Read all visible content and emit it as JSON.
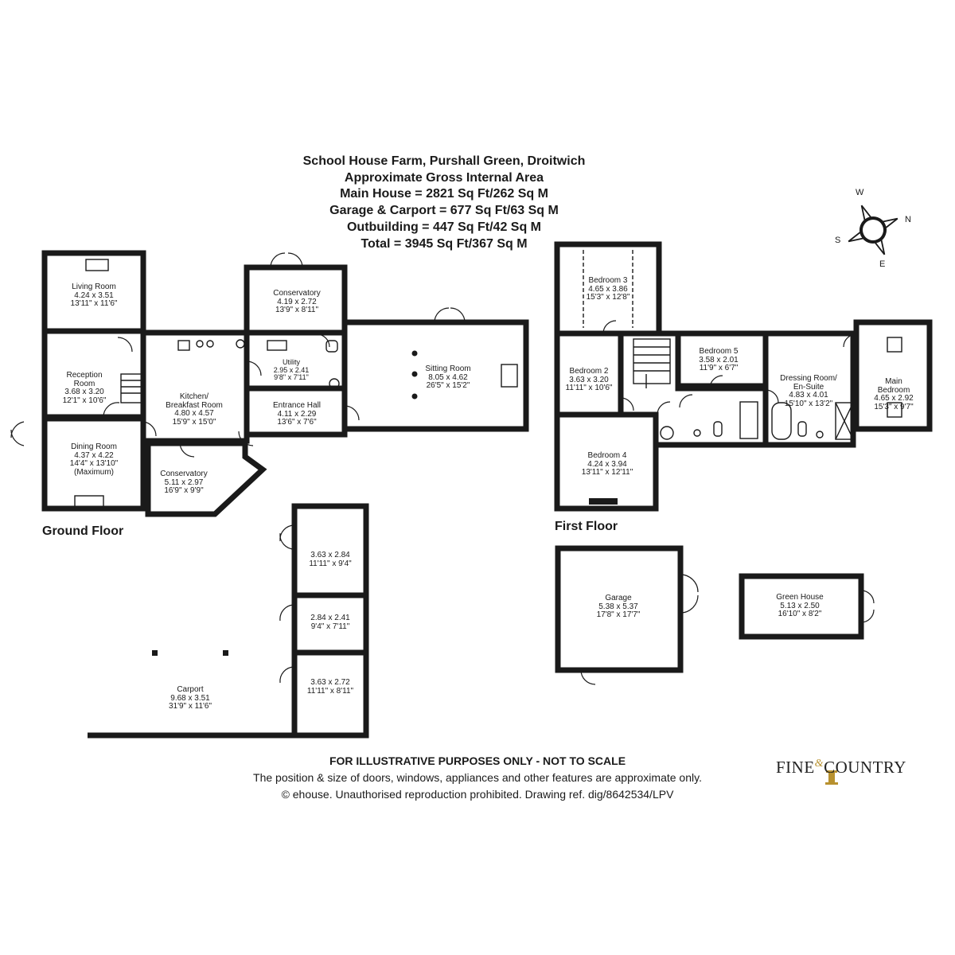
{
  "header": {
    "address": "School House Farm, Purshall Green, Droitwich",
    "area_title": "Approximate Gross Internal Area",
    "main_house": "Main House = 2821 Sq Ft/262 Sq M",
    "garage": "Garage & Carport = 677 Sq Ft/63 Sq M",
    "outbuilding": "Outbuilding = 447 Sq Ft/42 Sq M",
    "total": "Total = 3945 Sq Ft/367 Sq M"
  },
  "compass": {
    "w": "W",
    "n": "N",
    "s": "S",
    "e": "E"
  },
  "floors": {
    "ground": "Ground Floor",
    "first": "First Floor"
  },
  "rooms": {
    "living_room": {
      "name": "Living Room",
      "metric": "4.24 x 3.51",
      "imperial": "13'11\" x 11'6\""
    },
    "reception_room": {
      "name": "Reception\nRoom",
      "metric": "3.68 x 3.20",
      "imperial": "12'1\" x 10'6\""
    },
    "dining_room": {
      "name": "Dining Room",
      "metric": "4.37 x 4.22",
      "imperial": "14'4\" x 13'10\"",
      "note": "(Maximum)"
    },
    "kitchen": {
      "name": "Kitchen/\nBreakfast Room",
      "metric": "4.80 x 4.57",
      "imperial": "15'9\" x 15'0\""
    },
    "conservatory_top": {
      "name": "Conservatory",
      "metric": "4.19 x 2.72",
      "imperial": "13'9\" x 8'11\""
    },
    "utility": {
      "name": "Utility",
      "metric": "2.95 x 2.41",
      "imperial": "9'8\" x 7'11\""
    },
    "entrance_hall": {
      "name": "Entrance Hall",
      "metric": "4.11 x 2.29",
      "imperial": "13'6\" x 7'6\""
    },
    "sitting_room": {
      "name": "Sitting Room",
      "metric": "8.05 x 4.62",
      "imperial": "26'5\" x 15'2\""
    },
    "conservatory_bottom": {
      "name": "Conservatory",
      "metric": "5.11 x 2.97",
      "imperial": "16'9\" x 9'9\""
    },
    "outbuilding_1": {
      "metric": "3.63 x 2.84",
      "imperial": "11'11\" x 9'4\""
    },
    "outbuilding_2": {
      "metric": "2.84 x 2.41",
      "imperial": "9'4\" x 7'11\""
    },
    "outbuilding_3": {
      "metric": "3.63 x 2.72",
      "imperial": "11'11\" x 8'11\""
    },
    "carport": {
      "name": "Carport",
      "metric": "9.68 x 3.51",
      "imperial": "31'9\" x 11'6\""
    },
    "bedroom_3": {
      "name": "Bedroom 3",
      "metric": "4.65 x 3.86",
      "imperial": "15'3\" x 12'8\""
    },
    "bedroom_2": {
      "name": "Bedroom 2",
      "metric": "3.63 x 3.20",
      "imperial": "11'11\" x 10'6\""
    },
    "bedroom_5": {
      "name": "Bedroom 5",
      "metric": "3.58 x 2.01",
      "imperial": "11'9\" x 6'7\""
    },
    "dressing_room": {
      "name": "Dressing Room/\nEn-Suite",
      "metric": "4.83 x 4.01",
      "imperial": "15'10\" x 13'2\""
    },
    "main_bedroom": {
      "name": "Main\nBedroom",
      "metric": "4.65 x 2.92",
      "imperial": "15'3\" x 9'7\""
    },
    "bedroom_4": {
      "name": "Bedroom 4",
      "metric": "4.24 x 3.94",
      "imperial": "13'11\" x 12'11\""
    },
    "garage": {
      "name": "Garage",
      "metric": "5.38 x 5.37",
      "imperial": "17'8\" x 17'7\""
    },
    "green_house": {
      "name": "Green House",
      "metric": "5.13 x 2.50",
      "imperial": "16'10\" x 8'2\""
    }
  },
  "disclaimer": {
    "line1": "FOR ILLUSTRATIVE PURPOSES ONLY - NOT TO SCALE",
    "line2": "The position & size of doors, windows, appliances and other features are approximate only.",
    "line3": "© ehouse. Unauthorised reproduction prohibited. Drawing ref. dig/8642534/LPV"
  },
  "brand": {
    "fine": "FINE",
    "amp": "&",
    "country": "COUNTRY"
  },
  "colors": {
    "wall": "#1a1a1a",
    "background": "#ffffff",
    "brand_gold": "#b8912f"
  }
}
